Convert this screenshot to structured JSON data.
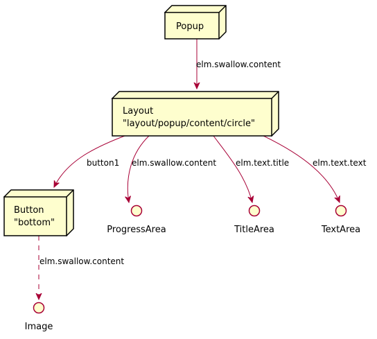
{
  "colors": {
    "node_fill": "#FEFECE",
    "node_stroke": "#000000",
    "edge": "#A80036",
    "iface_fill": "#FEFECE"
  },
  "nodes": {
    "popup": {
      "lines": [
        "Popup"
      ]
    },
    "layout": {
      "lines": [
        "Layout",
        "\"layout/popup/content/circle\""
      ]
    },
    "button": {
      "lines": [
        "Button",
        "\"bottom\""
      ]
    }
  },
  "interfaces": {
    "progress": {
      "label": "ProgressArea"
    },
    "title": {
      "label": "TitleArea"
    },
    "text": {
      "label": "TextArea"
    },
    "image": {
      "label": "Image"
    }
  },
  "edges": {
    "popup_layout": {
      "label": "elm.swallow.content"
    },
    "layout_button": {
      "label": "button1"
    },
    "layout_progress": {
      "label": "elm.swallow.content"
    },
    "layout_title": {
      "label": "elm.text.title"
    },
    "layout_text": {
      "label": "elm.text.text"
    },
    "button_image": {
      "label": "elm.swallow.content"
    }
  }
}
